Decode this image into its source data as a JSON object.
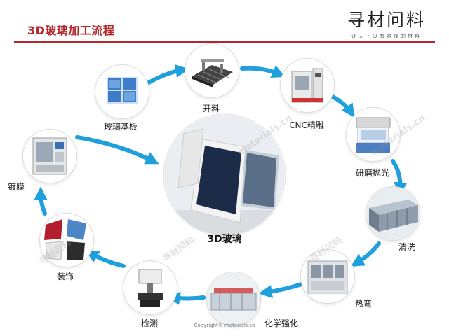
{
  "slide": {
    "title": "3D玻璃加工流程",
    "logo_main": "寻材问料",
    "logo_sub": "让天下没有难找的材料",
    "center_label": "3D玻璃",
    "copyright": "Copyright© materials.cn",
    "watermark_cn": "寻材问料",
    "watermark_url": "materials.cn"
  },
  "steps": [
    {
      "label": "开料",
      "icon": "cutting-machine-icon"
    },
    {
      "label": "CNC精雕",
      "icon": "cnc-machine-icon"
    },
    {
      "label": "研磨抛光",
      "icon": "polishing-machine-icon"
    },
    {
      "label": "清洗",
      "icon": "cleaning-line-icon"
    },
    {
      "label": "热弯",
      "icon": "hot-bending-machine-icon"
    },
    {
      "label": "化学强化",
      "icon": "strengthening-line-icon"
    },
    {
      "label": "检测",
      "icon": "inspection-machine-icon"
    },
    {
      "label": "装饰",
      "icon": "decoration-samples-icon"
    },
    {
      "label": "镀膜",
      "icon": "coating-machine-icon"
    },
    {
      "label": "玻璃基板",
      "icon": "glass-substrate-icon"
    }
  ],
  "colors": {
    "accent": "#b4272a",
    "arrow": "#1fa0dd",
    "text": "#222222"
  }
}
